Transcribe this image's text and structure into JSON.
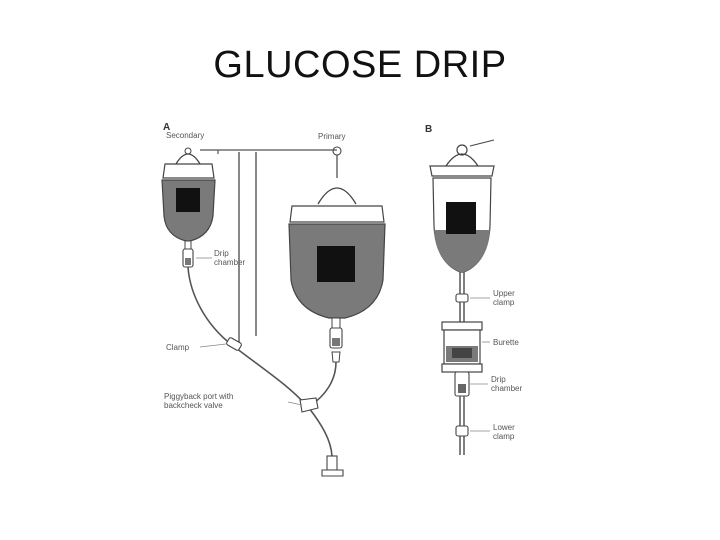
{
  "slide": {
    "title": "GLUCOSE DRIP"
  },
  "figure": {
    "panel_a": {
      "letter": "A",
      "labels": {
        "secondary": "Secondary",
        "primary": "Primary",
        "drip_chamber_line1": "Drip",
        "drip_chamber_line2": "chamber",
        "clamp": "Clamp",
        "piggyback_line1": "Piggyback port with",
        "piggyback_line2": "backcheck valve"
      }
    },
    "panel_b": {
      "letter": "B",
      "labels": {
        "upper_clamp_line1": "Upper",
        "upper_clamp_line2": "clamp",
        "burette": "Burette",
        "drip_chamber_line1": "Drip",
        "drip_chamber_line2": "chamber",
        "lower_clamp_line1": "Lower",
        "lower_clamp_line2": "clamp"
      }
    },
    "colors": {
      "fluid": "#7a7a7a",
      "outline": "#444444",
      "block": "#111111"
    }
  }
}
